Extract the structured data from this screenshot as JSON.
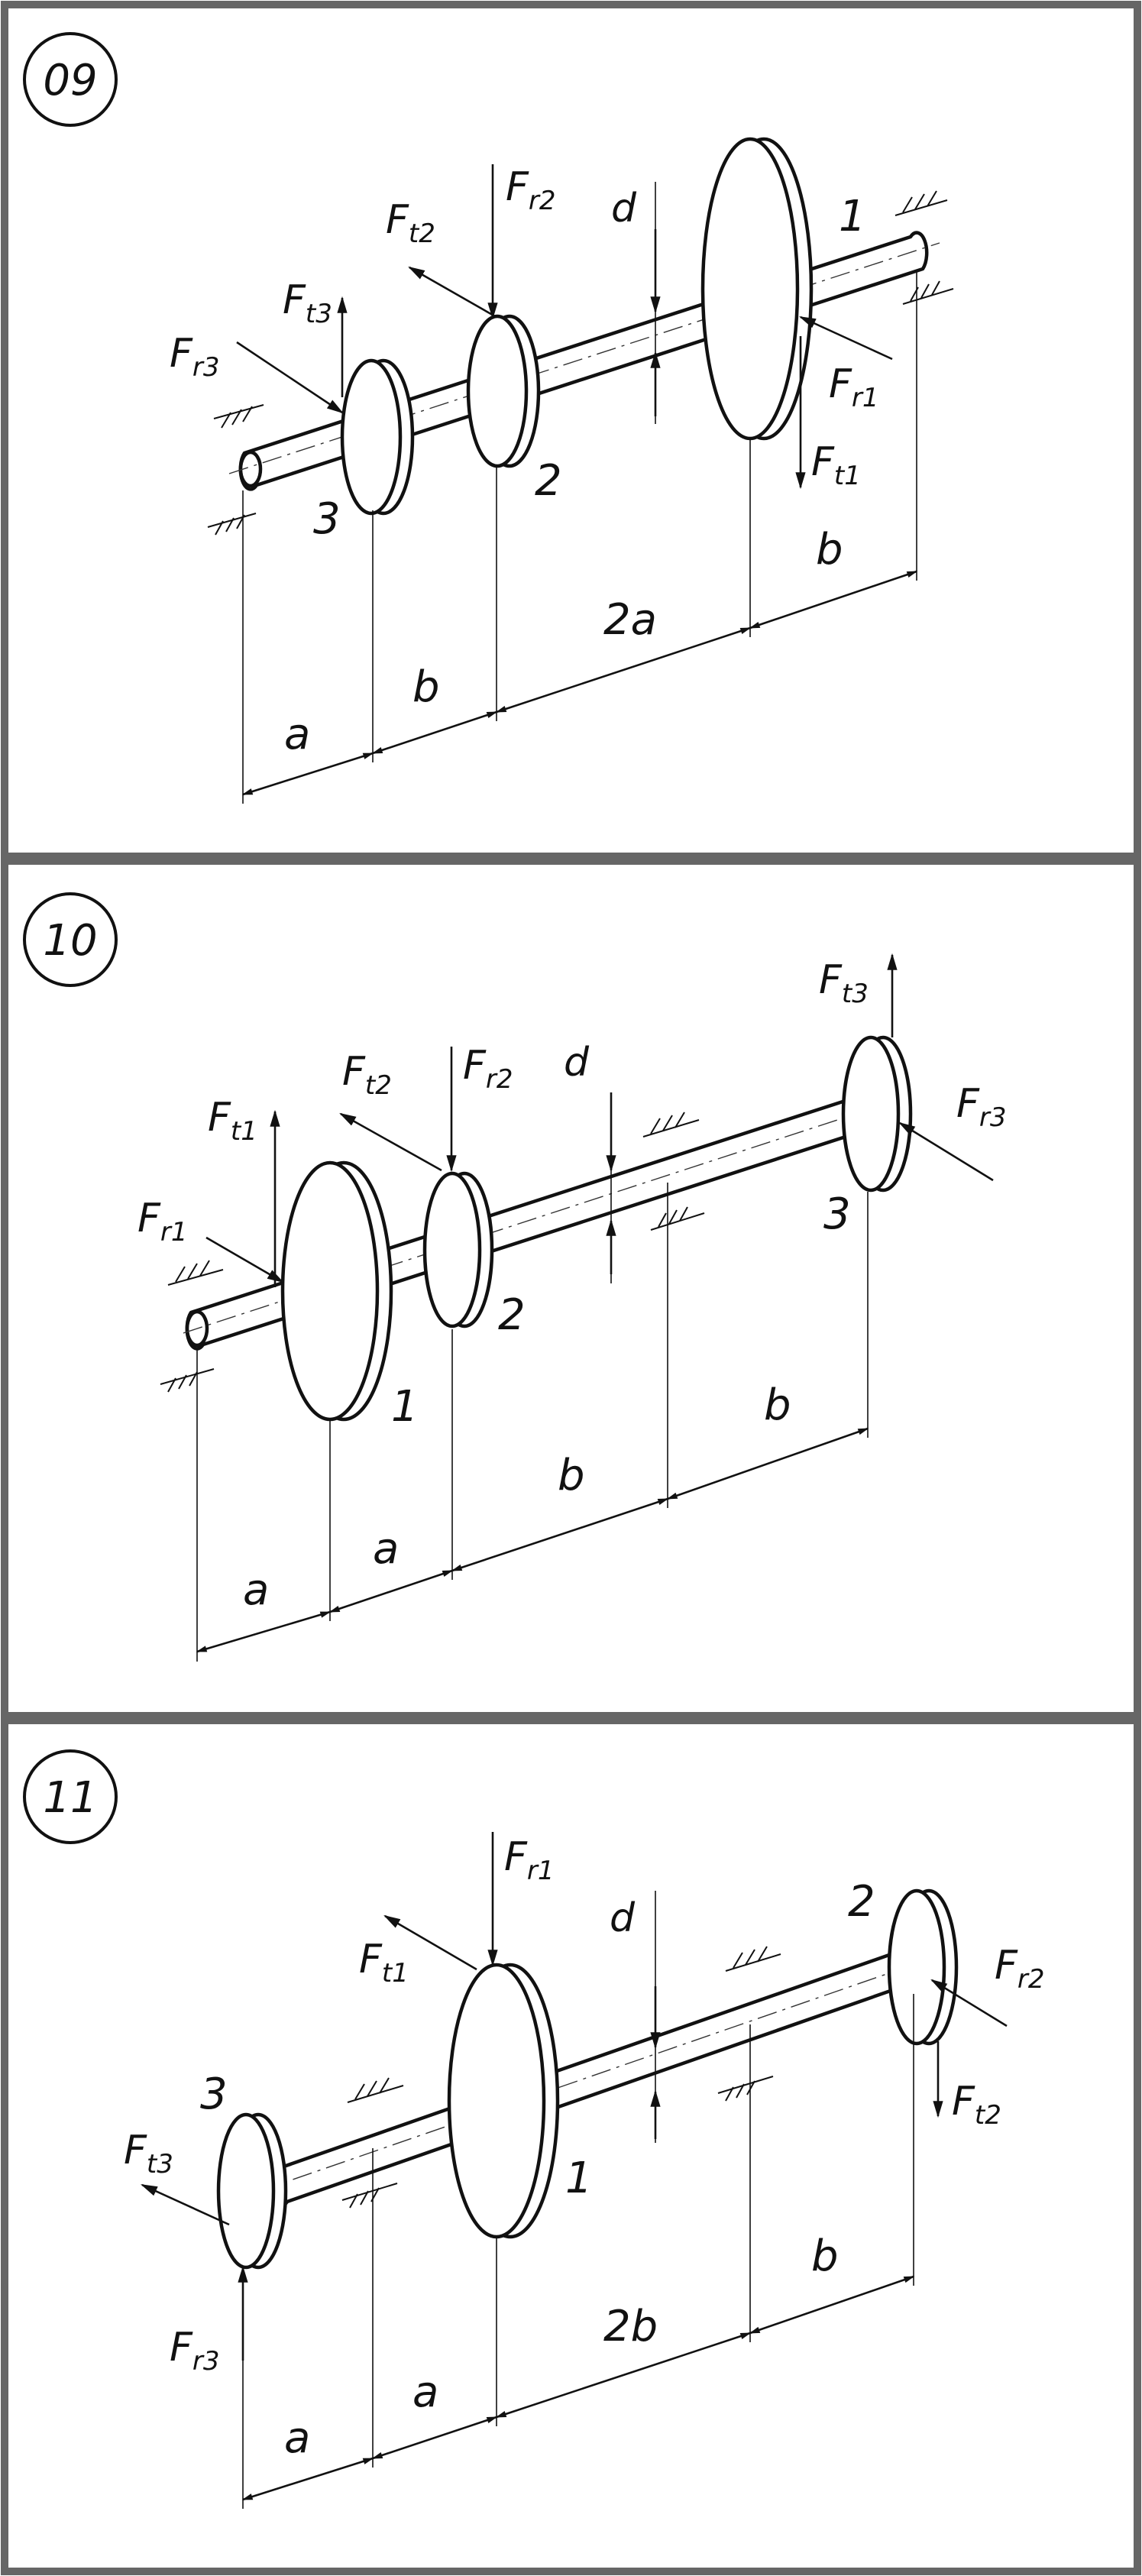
{
  "panels": [
    {
      "id": "09",
      "gears": [
        "1",
        "2",
        "3"
      ],
      "forces": [
        {
          "base": "F",
          "sub": "t3"
        },
        {
          "base": "F",
          "sub": "r3"
        },
        {
          "base": "F",
          "sub": "t2"
        },
        {
          "base": "F",
          "sub": "r2"
        },
        {
          "base": "F",
          "sub": "r1"
        },
        {
          "base": "F",
          "sub": "t1"
        }
      ],
      "diameter": "d",
      "dims": [
        "a",
        "b",
        "2a",
        "b"
      ]
    },
    {
      "id": "10",
      "gears": [
        "1",
        "2",
        "3"
      ],
      "forces": [
        {
          "base": "F",
          "sub": "t1"
        },
        {
          "base": "F",
          "sub": "r1"
        },
        {
          "base": "F",
          "sub": "t2"
        },
        {
          "base": "F",
          "sub": "r2"
        },
        {
          "base": "F",
          "sub": "t3"
        },
        {
          "base": "F",
          "sub": "r3"
        }
      ],
      "diameter": "d",
      "dims": [
        "a",
        "a",
        "b",
        "b"
      ]
    },
    {
      "id": "11",
      "gears": [
        "1",
        "2",
        "3"
      ],
      "forces": [
        {
          "base": "F",
          "sub": "r1"
        },
        {
          "base": "F",
          "sub": "t1"
        },
        {
          "base": "F",
          "sub": "r2"
        },
        {
          "base": "F",
          "sub": "t2"
        },
        {
          "base": "F",
          "sub": "t3"
        },
        {
          "base": "F",
          "sub": "r3"
        }
      ],
      "diameter": "d",
      "dims": [
        "a",
        "a",
        "2b",
        "b"
      ]
    }
  ]
}
